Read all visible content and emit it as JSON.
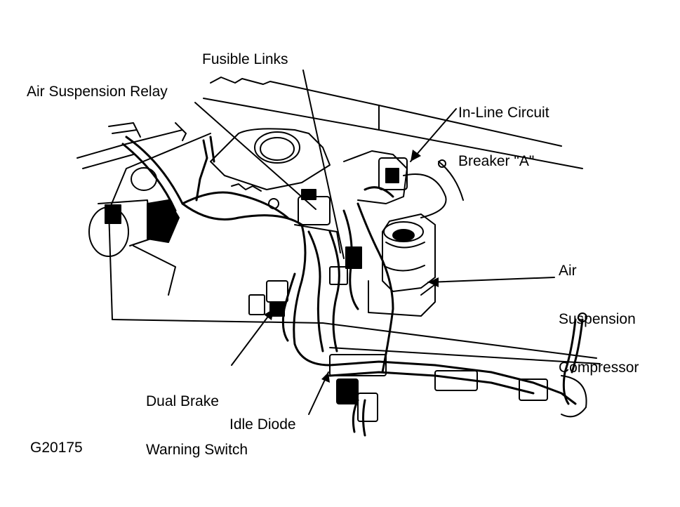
{
  "diagram": {
    "labels": {
      "fusible_links": "Fusible Links",
      "air_suspension_relay": "Air Suspension Relay",
      "circuit_breaker_line1": "In-Line Circuit",
      "circuit_breaker_line2": "Breaker \"A\"",
      "compressor_line1": "Air",
      "compressor_line2": "Suspension",
      "compressor_line3": "Compressor",
      "dual_brake_line1": "Dual Brake",
      "dual_brake_line2": "Warning Switch",
      "idle_diode": "Idle Diode"
    },
    "figure_id": "G20175"
  }
}
